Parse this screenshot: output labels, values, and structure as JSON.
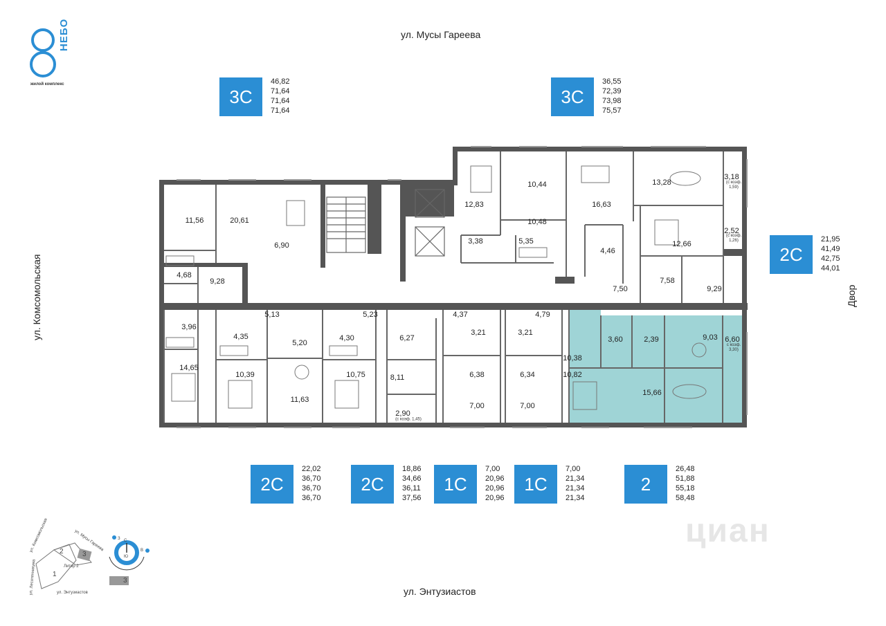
{
  "logo": {
    "brand": "НЕБО",
    "subtitle": "жилой комплекс"
  },
  "streets": {
    "top": "ул. Мусы Гареева",
    "left": "ул. Комсомольская",
    "right": "Двор",
    "bottom": "ул. Энтузиастов"
  },
  "units": [
    {
      "type": "3С",
      "areas": [
        "46,82",
        "71,64",
        "71,64",
        "71,64"
      ]
    },
    {
      "type": "3С",
      "areas": [
        "36,55",
        "72,39",
        "73,98",
        "75,57"
      ]
    },
    {
      "type": "2С",
      "areas": [
        "21,95",
        "41,49",
        "42,75",
        "44,01"
      ]
    },
    {
      "type": "2С",
      "areas": [
        "22,02",
        "36,70",
        "36,70",
        "36,70"
      ]
    },
    {
      "type": "2С",
      "areas": [
        "18,86",
        "34,66",
        "36,11",
        "37,56"
      ]
    },
    {
      "type": "1С",
      "areas": [
        "7,00",
        "20,96",
        "20,96",
        "20,96"
      ]
    },
    {
      "type": "1С",
      "areas": [
        "7,00",
        "21,34",
        "21,34",
        "21,34"
      ]
    },
    {
      "type": "2",
      "areas": [
        "26,48",
        "51,88",
        "55,18",
        "58,48"
      ]
    }
  ],
  "rooms": [
    "11,56",
    "20,61",
    "6,90",
    "4,68",
    "9,28",
    "3,96",
    "14,65",
    "5,13",
    "4,35",
    "10,39",
    "5,20",
    "11,63",
    "5,23",
    "4,30",
    "10,75",
    "6,27",
    "8,11",
    "2,90",
    "4,37",
    "3,21",
    "6,38",
    "7,00",
    "3,21",
    "4,79",
    "6,34",
    "7,00",
    "12,83",
    "10,44",
    "10,48",
    "3,38",
    "5,35",
    "16,63",
    "13,28",
    "3,18",
    "4,46",
    "12,66",
    "2,52",
    "7,50",
    "7,58",
    "9,29",
    "10,38",
    "3,60",
    "2,39",
    "9,03",
    "6,60",
    "10,82",
    "15,66"
  ],
  "room_notes": {
    "n1": "(с коэф. 1,45)",
    "n2a": "(с коэф.",
    "n2b": "1,59)",
    "n3a": "(с коэф.",
    "n3b": "1,26)",
    "n4a": "с коэф.",
    "n4b": "3,30)"
  },
  "minimap": {
    "streets": [
      "ул. Комсомольская",
      "ул. Мусы Гареева",
      "ул. Лесотехникума",
      "ул. Энтузиастов"
    ],
    "labels": [
      "1",
      "2",
      "3",
      "Литер 2",
      "3"
    ],
    "compass": [
      "С",
      "Ю",
      "З",
      "В"
    ]
  },
  "watermark": "циан",
  "colors": {
    "badge": "#2b8ed4",
    "highlight": "#9fd4d6",
    "wall": "#555555"
  }
}
